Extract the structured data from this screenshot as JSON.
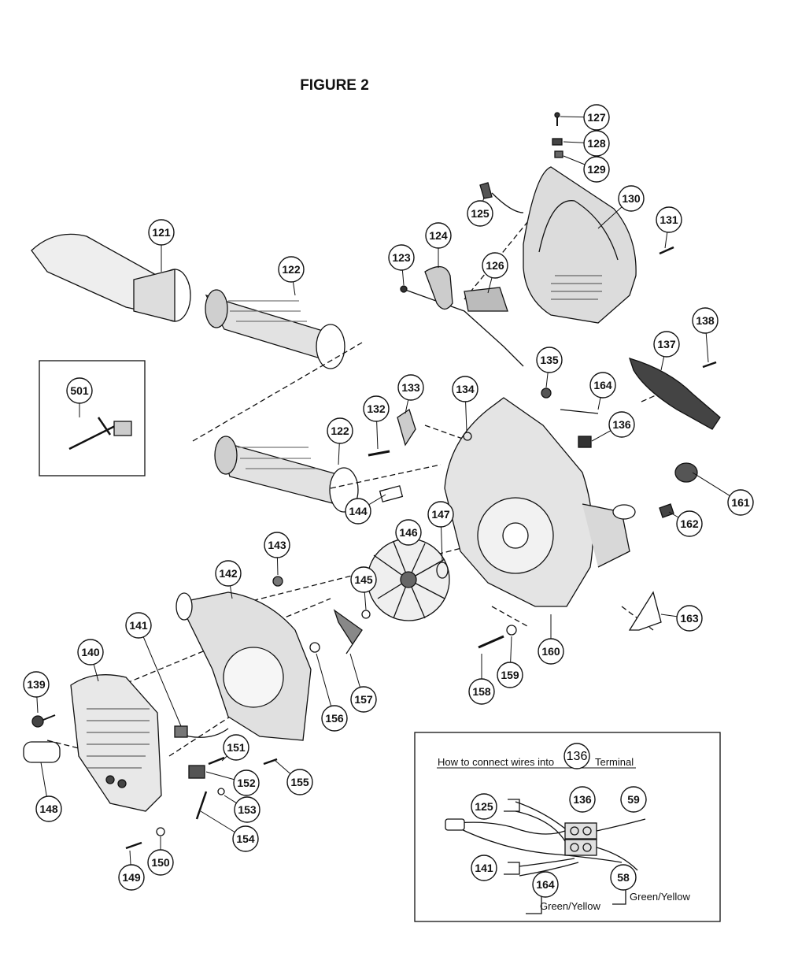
{
  "figure_title": "FIGURE 2",
  "inset_heading": {
    "prefix": "How to connect wires into",
    "part": "136",
    "suffix": "Terminal"
  },
  "wire_labels": {
    "a": "Green/Yellow",
    "b": "Green/Yellow"
  },
  "main_callouts": [
    "121",
    "122",
    "122",
    "123",
    "124",
    "125",
    "126",
    "127",
    "128",
    "129",
    "130",
    "131",
    "132",
    "133",
    "134",
    "135",
    "136",
    "137",
    "138",
    "139",
    "140",
    "141",
    "142",
    "143",
    "144",
    "145",
    "146",
    "147",
    "148",
    "149",
    "150",
    "151",
    "152",
    "153",
    "154",
    "155",
    "156",
    "157",
    "158",
    "159",
    "160",
    "161",
    "162",
    "163",
    "164",
    "501"
  ],
  "inset_callouts": [
    "125",
    "136",
    "59",
    "141",
    "164",
    "58"
  ],
  "colors": {
    "line": "#111111",
    "background": "#ffffff",
    "part_fill": "#e6e6e6",
    "part_dark": "#555555"
  }
}
